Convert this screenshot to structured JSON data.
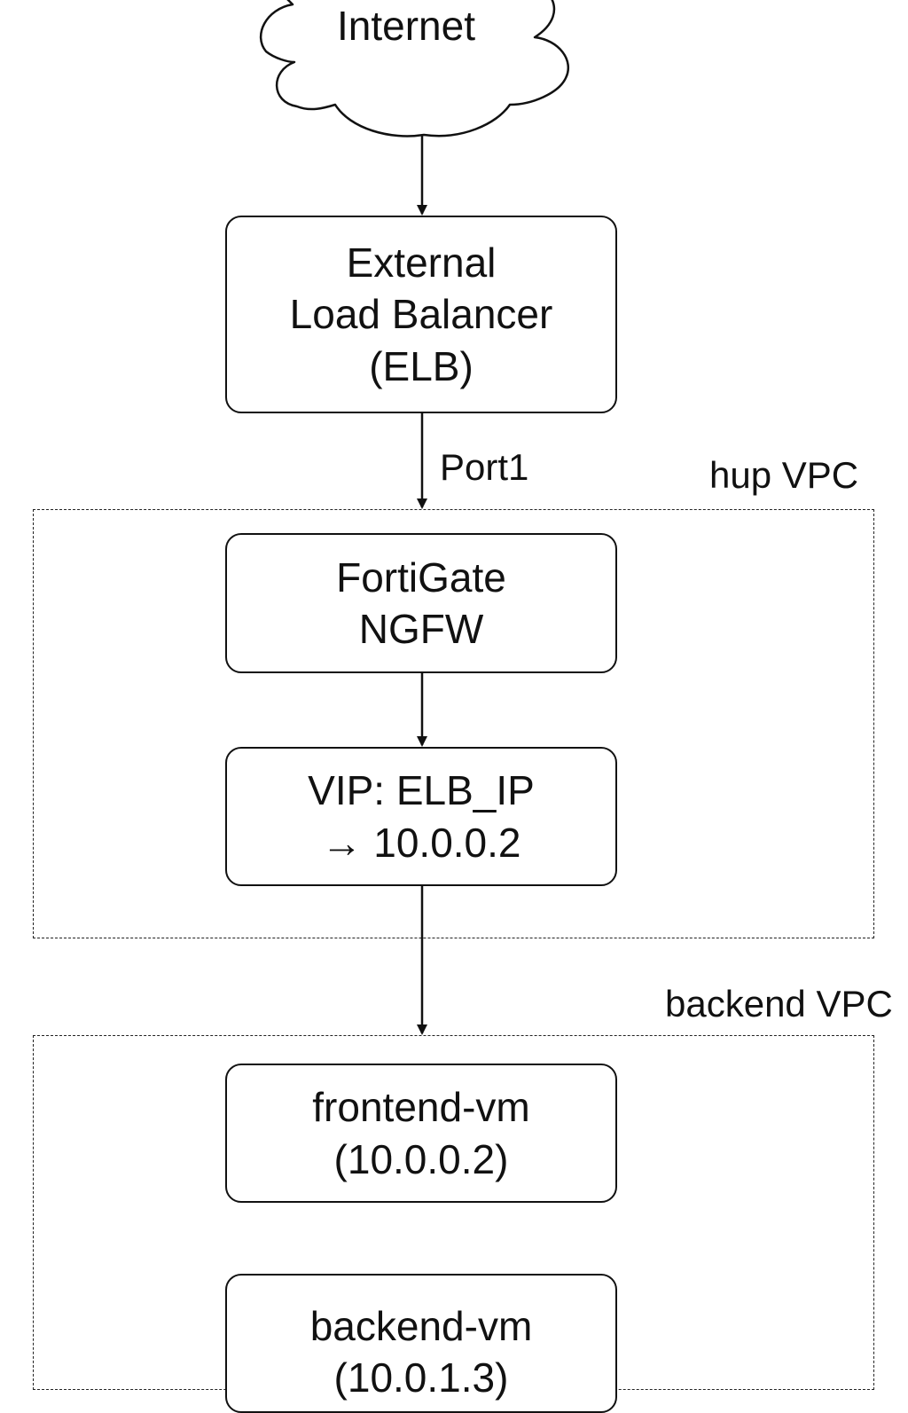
{
  "cloud": {
    "label": "Internet",
    "icon": "cloud-icon"
  },
  "elb": {
    "line1": "External",
    "line2": "Load Balancer",
    "line3": "(ELB)"
  },
  "edge_elb_fw": {
    "label": "Port1"
  },
  "hub_vpc": {
    "label": "hup VPC"
  },
  "fortigate": {
    "line1": "FortiGate",
    "line2": "NGFW"
  },
  "vip": {
    "line1": "VIP: ELB_IP",
    "line2": "→ 10.0.0.2"
  },
  "backend_vpc": {
    "label": "backend VPC"
  },
  "frontend_vm": {
    "line1": "frontend-vm",
    "line2": "(10.0.0.2)"
  },
  "backend_vm": {
    "line1": "backend-vm",
    "line2": "(10.0.1.3)"
  }
}
